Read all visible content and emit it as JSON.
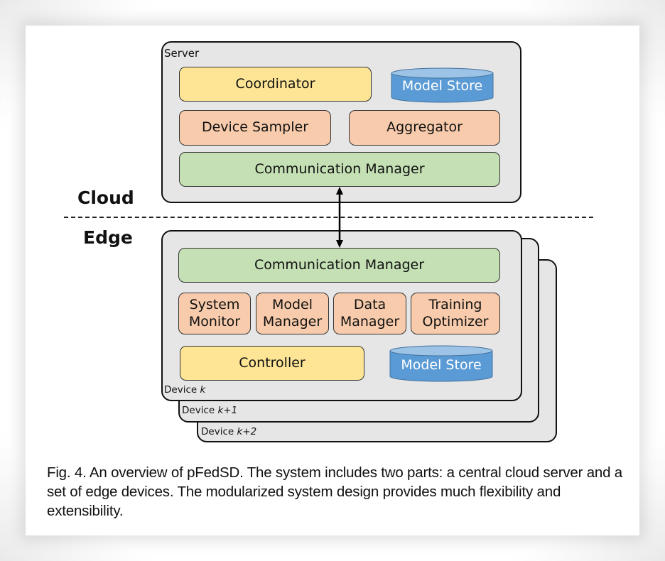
{
  "colors": {
    "container_fill": "#e7e6e7",
    "yellow_module": "#fde595",
    "orange_module": "#f7cbab",
    "green_module": "#c4e0b4",
    "store_blue": "#5b9bd5",
    "store_top": "#9dc3e6"
  },
  "zones": {
    "cloud": "Cloud",
    "edge": "Edge"
  },
  "server": {
    "label": "Server",
    "coordinator": "Coordinator",
    "model_store": "Model Store",
    "device_sampler": "Device Sampler",
    "aggregator": "Aggregator",
    "communication_manager": "Communication Manager"
  },
  "device": {
    "label_prefix": "Device ",
    "stack_labels": [
      "k",
      "k+1",
      "k+2"
    ],
    "communication_manager": "Communication Manager",
    "modules": [
      {
        "line1": "System",
        "line2": "Monitor"
      },
      {
        "line1": "Model",
        "line2": "Manager"
      },
      {
        "line1": "Data",
        "line2": "Manager"
      },
      {
        "line1": "Training",
        "line2": "Optimizer"
      }
    ],
    "controller": "Controller",
    "model_store": "Model Store"
  },
  "connection": {
    "type": "bidirectional-arrow",
    "from": "Server Communication Manager",
    "to": "Device Communication Manager"
  },
  "caption": "Fig. 4. An overview of pFedSD. The system includes two parts: a central cloud server and a set of edge devices. The modularized system design provides much flexibility and extensibility."
}
